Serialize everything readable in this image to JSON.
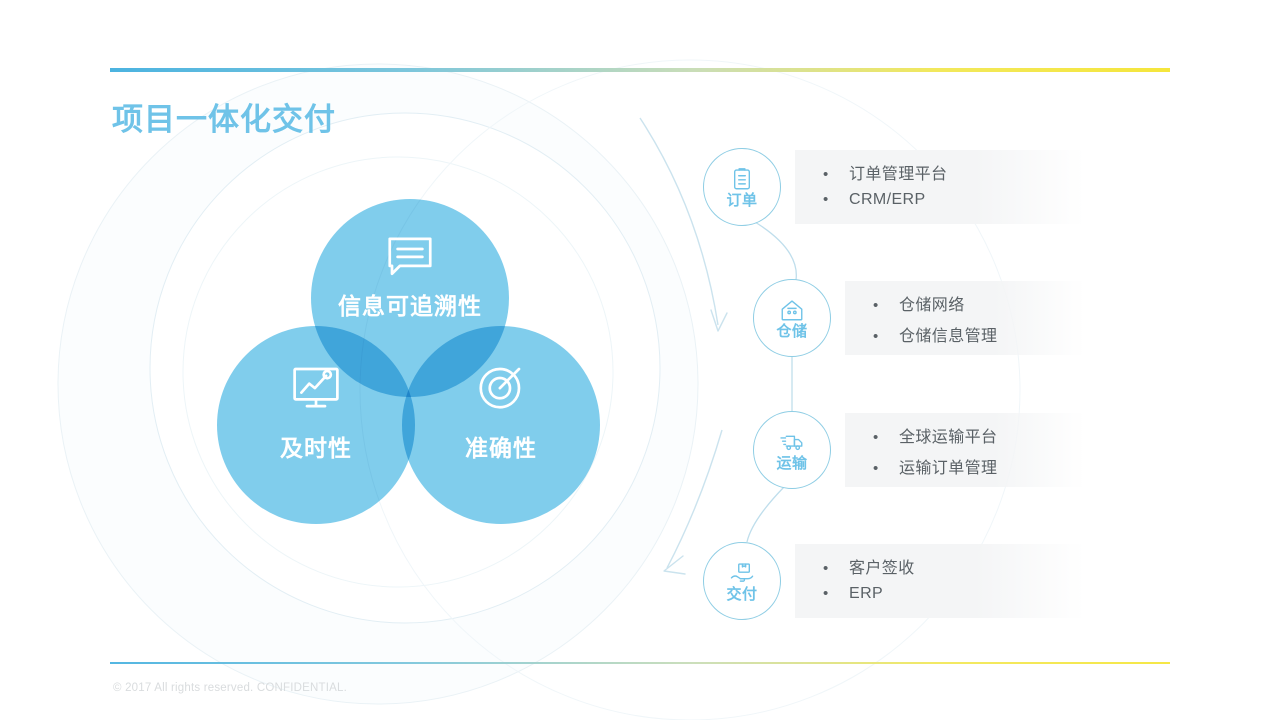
{
  "slide": {
    "title": "项目一体化交付",
    "footer": "© 2017 All rights reserved. CONFIDENTIAL.",
    "accent_blue": "#6FC3E8",
    "accent_yellow": "#F5E63C",
    "venn_fill": "#6EC6EA",
    "panel_bg": "#F4F5F6",
    "text_gray": "#5A6166"
  },
  "venn": {
    "top": {
      "label": "信息可追溯性",
      "icon": "message-lines-icon"
    },
    "left": {
      "label": "及时性",
      "icon": "chart-trend-monitor-icon"
    },
    "right": {
      "label": "准确性",
      "icon": "target-dart-icon"
    }
  },
  "flow": {
    "nodes": [
      {
        "label": "订单",
        "icon": "clipboard-document-icon",
        "items": [
          "订单管理平台",
          "CRM/ERP"
        ]
      },
      {
        "label": "仓储",
        "icon": "warehouse-house-icon",
        "items": [
          "仓储网络",
          "仓储信息管理"
        ]
      },
      {
        "label": "运输",
        "icon": "delivery-truck-icon",
        "items": [
          "全球运输平台",
          "运输订单管理"
        ]
      },
      {
        "label": "交付",
        "icon": "hand-package-icon",
        "items": [
          "客户签收",
          "ERP"
        ]
      }
    ],
    "bullet_glyph": "•"
  }
}
